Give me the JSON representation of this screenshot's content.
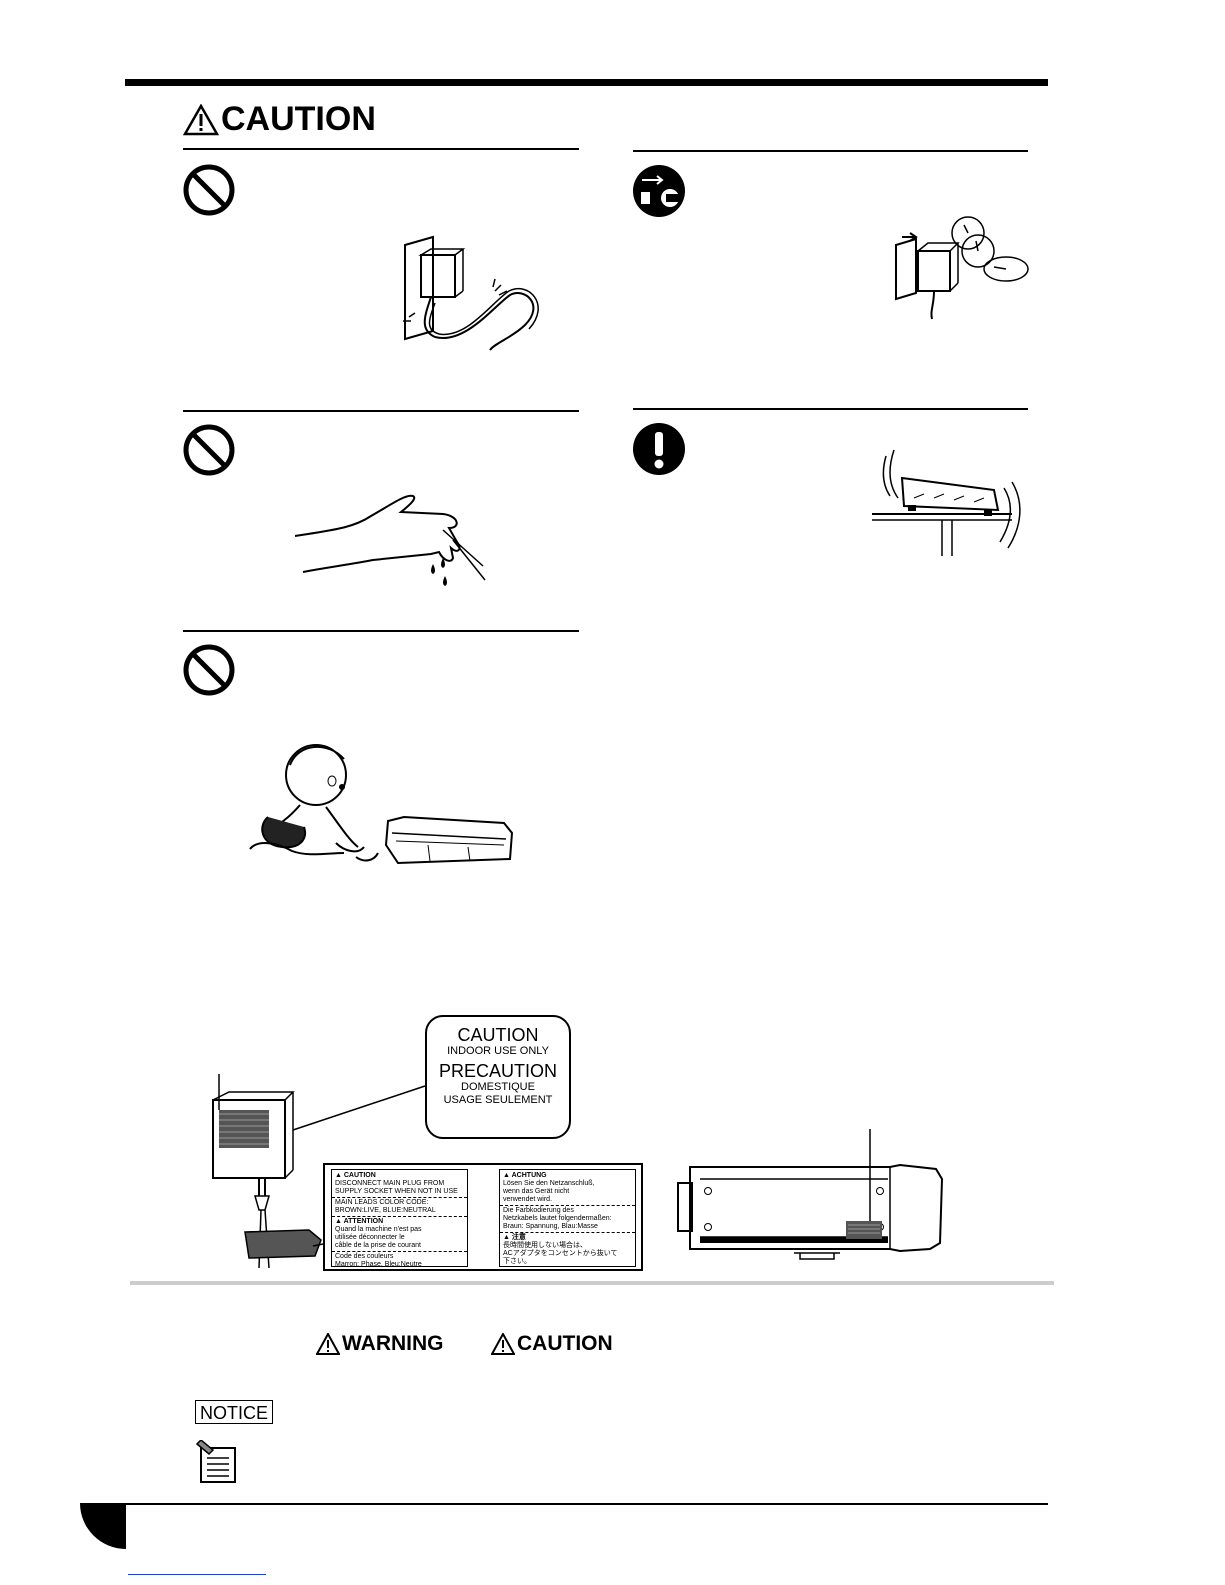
{
  "heading": {
    "label": "CAUTION"
  },
  "ac_label": {
    "line1": "CAUTION",
    "line2": "INDOOR USE ONLY",
    "line3": "PRECAUTION",
    "line4": "DOMESTIQUE",
    "line5": "USAGE SEULEMENT"
  },
  "sticker": {
    "en_title": "CAUTION",
    "en_line1": "DISCONNECT MAIN PLUG FROM",
    "en_line2": "SUPPLY SOCKET WHEN NOT IN USE",
    "en_line3": "MAIN LEADS COLOR CODE:",
    "en_line4": "BROWN:LIVE, BLUE:NEUTRAL",
    "fr_title": "ATTENTION",
    "fr_line1": "Quand la machine n'est pas",
    "fr_line2": "utilisée déconnecter le",
    "fr_line3": "câble de la prise de courant",
    "fr_line4": "Code des couleurs",
    "fr_line5": "Marron: Phase, Bleu:Neutre",
    "de_title": "ACHTUNG",
    "de_line1": "Lösen Sie den Netzanschluß,",
    "de_line2": "wenn das Gerät nicht",
    "de_line3": "verwendet wird.",
    "de_line4": "Die Farbkodierung des",
    "de_line5": "Netzkabels lautet folgendermaßen:",
    "de_line6": "Braun: Spannung, Blau:Masse",
    "jp_title": "注意",
    "jp_line1": "長時間使用しない場合は、",
    "jp_line2": "ACアダプタをコンセントから抜いて",
    "jp_line3": "下さい。"
  },
  "legend": {
    "warning_label": "WARNING",
    "caution_label": "CAUTION",
    "notice_label": "NOTICE"
  },
  "icons": [
    "prohibition-icon",
    "unplug-icon",
    "mandatory-action-icon",
    "memo-icon",
    "warning-triangle-icon"
  ]
}
